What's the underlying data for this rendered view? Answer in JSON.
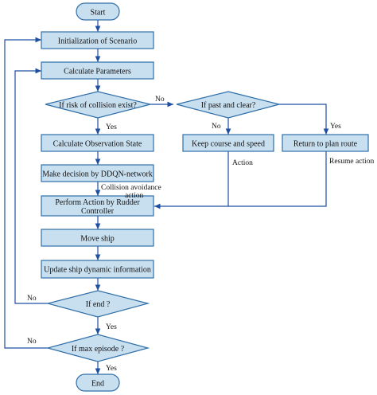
{
  "colors": {
    "fill": "#c8dff0",
    "stroke": "#2f6ea8",
    "arrow": "#1f4fa0",
    "text": "#111111"
  },
  "nodes": {
    "start": "Start",
    "init": "Initialization of Scenario",
    "calc_params": "Calculate Parameters",
    "risk": "If risk of  collision exist?",
    "past_clear": "If past and clear?",
    "calc_obs": "Calculate Observation State",
    "decision": "Make decision by DDQN-network",
    "keep_course": "Keep course and speed",
    "return_route": "Return to plan route",
    "perform_line1": "Perform Action by Rudder",
    "perform_line2": "Controller",
    "move_ship": "Move ship",
    "update_ship": "Update ship dynamic information",
    "if_end": "If end ?",
    "if_max": "If max episode ?",
    "end": "End"
  },
  "edge_labels": {
    "risk_no": "No",
    "risk_yes": "Yes",
    "past_no": "No",
    "past_yes": "Yes",
    "action": "Action",
    "resume_action": "Resume action",
    "collision_line1": "Collision avoidance",
    "collision_line2": "action",
    "end_no": "No",
    "end_yes": "Yes",
    "max_no": "No",
    "max_yes": "Yes"
  }
}
